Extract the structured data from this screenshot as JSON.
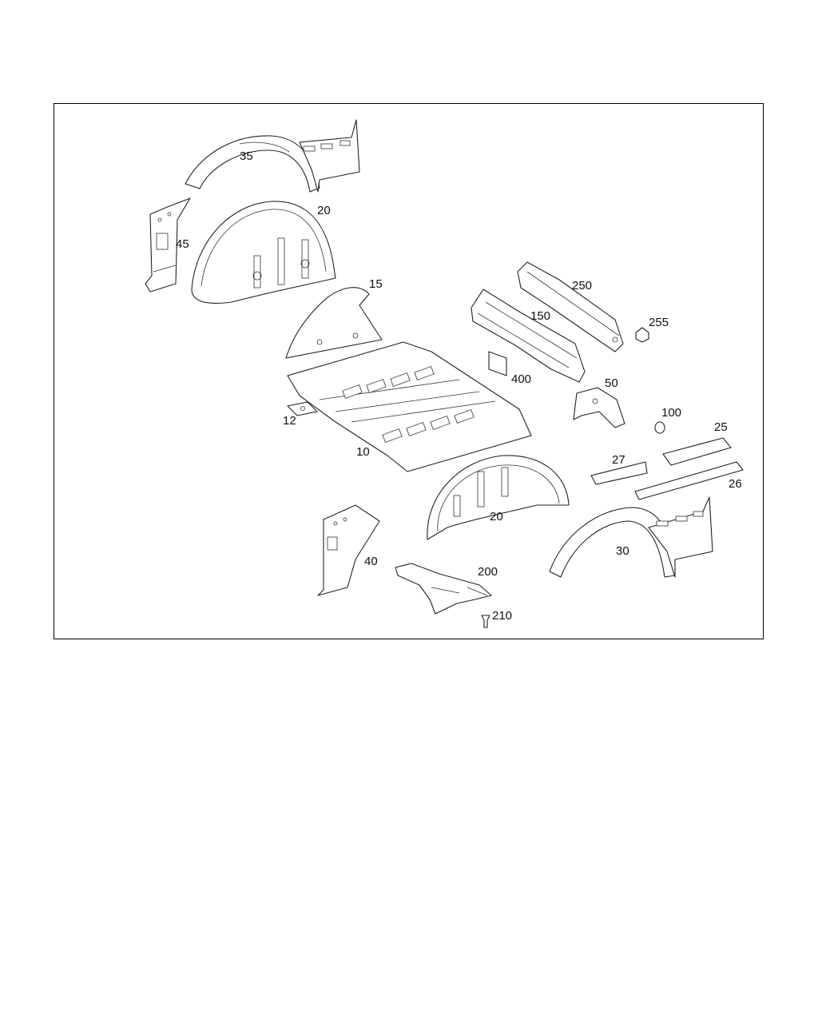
{
  "diagram": {
    "callouts": [
      {
        "id": "35",
        "text": "35"
      },
      {
        "id": "20a",
        "text": "20"
      },
      {
        "id": "45",
        "text": "45"
      },
      {
        "id": "15",
        "text": "15"
      },
      {
        "id": "250",
        "text": "250"
      },
      {
        "id": "150",
        "text": "150"
      },
      {
        "id": "255",
        "text": "255"
      },
      {
        "id": "400",
        "text": "400"
      },
      {
        "id": "50",
        "text": "50"
      },
      {
        "id": "12",
        "text": "12"
      },
      {
        "id": "100",
        "text": "100"
      },
      {
        "id": "25",
        "text": "25"
      },
      {
        "id": "10",
        "text": "10"
      },
      {
        "id": "27",
        "text": "27"
      },
      {
        "id": "26",
        "text": "26"
      },
      {
        "id": "20b",
        "text": "20"
      },
      {
        "id": "30",
        "text": "30"
      },
      {
        "id": "40",
        "text": "40"
      },
      {
        "id": "200",
        "text": "200"
      },
      {
        "id": "210",
        "text": "210"
      }
    ]
  }
}
